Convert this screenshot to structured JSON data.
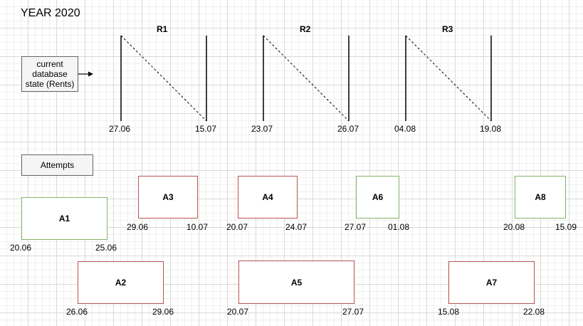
{
  "title": "YEAR 2020",
  "state_box": "current database state (Rents)",
  "attempts_box": "Attempts",
  "rents": [
    {
      "label": "R1",
      "start": "27.06",
      "end": "15.07"
    },
    {
      "label": "R2",
      "start": "23.07",
      "end": "26.07"
    },
    {
      "label": "R3",
      "start": "04.08",
      "end": "19.08"
    }
  ],
  "attempts": [
    {
      "label": "A1",
      "start": "20.06",
      "end": "25.06",
      "status": "green"
    },
    {
      "label": "A2",
      "start": "26.06",
      "end": "29.06",
      "status": "red"
    },
    {
      "label": "A3",
      "start": "29.06",
      "end": "10.07",
      "status": "red"
    },
    {
      "label": "A4",
      "start": "20.07",
      "end": "24.07",
      "status": "red"
    },
    {
      "label": "A5",
      "start": "20.07",
      "end": "27.07",
      "status": "red"
    },
    {
      "label": "A6",
      "start": "27.07",
      "end": "01.08",
      "status": "green"
    },
    {
      "label": "A7",
      "start": "15.08",
      "end": "22.08",
      "status": "red"
    },
    {
      "label": "A8",
      "start": "20.08",
      "end": "15.09",
      "status": "green"
    }
  ],
  "colors": {
    "accepted": "#82b366",
    "rejected": "#b85450"
  }
}
